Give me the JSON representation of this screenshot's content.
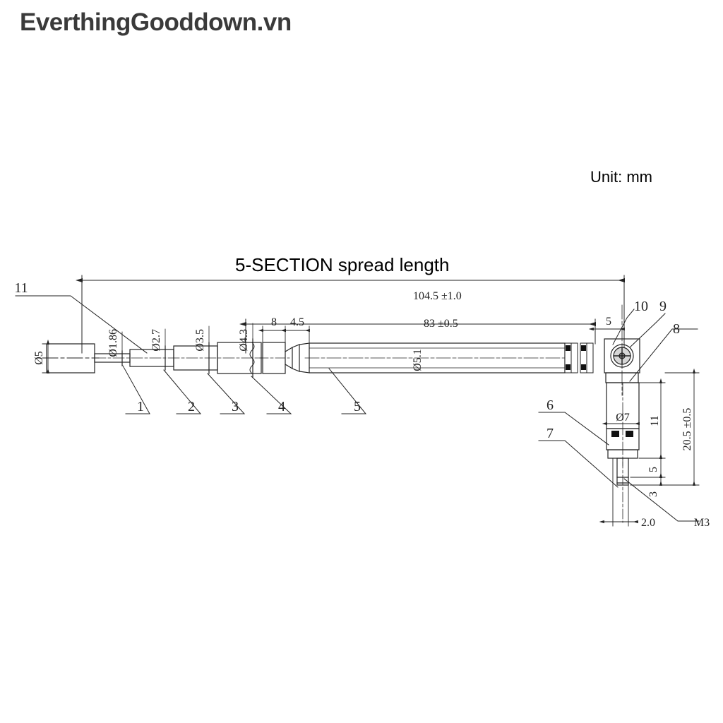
{
  "watermark": {
    "text": "EverthingGooddown.vn"
  },
  "drawing": {
    "unit_label": "Unit: mm",
    "title": "5-SECTION spread length",
    "type": "technical-drawing",
    "subject": "telescopic whip antenna with right-angle hinged base",
    "overall_dimensions": [
      {
        "id": "overall-length",
        "value": "104.5 ±1.0"
      },
      {
        "id": "rod-length",
        "value": "83 ±0.5"
      },
      {
        "id": "base-height",
        "value": "20.5 ±0.5"
      }
    ],
    "section_diameters": [
      {
        "id": "d-collar",
        "value": "Ø5"
      },
      {
        "id": "d-sec1",
        "value": "Ø1.86"
      },
      {
        "id": "d-sec2",
        "value": "Ø2.7"
      },
      {
        "id": "d-sec3",
        "value": "Ø3.5"
      },
      {
        "id": "d-sec4",
        "value": "Ø4.3"
      },
      {
        "id": "d-sec5",
        "value": "Ø5.1"
      },
      {
        "id": "d-housing",
        "value": "Ø7"
      }
    ],
    "linear_dimensions": [
      {
        "id": "dim-8",
        "value": "8"
      },
      {
        "id": "dim-4-5",
        "value": "4.5"
      },
      {
        "id": "dim-5-right",
        "value": "5"
      },
      {
        "id": "dim-11",
        "value": "11"
      },
      {
        "id": "dim-5-lower",
        "value": "5"
      },
      {
        "id": "dim-3",
        "value": "3"
      },
      {
        "id": "dim-2-0",
        "value": "2.0"
      }
    ],
    "thread_spec": {
      "id": "thread",
      "value": "M3"
    },
    "callouts": [
      {
        "id": "callout-1",
        "label": "1"
      },
      {
        "id": "callout-2",
        "label": "2"
      },
      {
        "id": "callout-3",
        "label": "3"
      },
      {
        "id": "callout-4",
        "label": "4"
      },
      {
        "id": "callout-5",
        "label": "5"
      },
      {
        "id": "callout-6",
        "label": "6"
      },
      {
        "id": "callout-7",
        "label": "7"
      },
      {
        "id": "callout-8",
        "label": "8"
      },
      {
        "id": "callout-9",
        "label": "9"
      },
      {
        "id": "callout-10",
        "label": "10"
      },
      {
        "id": "callout-11",
        "label": "11"
      }
    ],
    "colors": {
      "background": "#ffffff",
      "line": "#222222",
      "text": "#1a1a1a",
      "watermark": "#3a3a3a"
    }
  }
}
